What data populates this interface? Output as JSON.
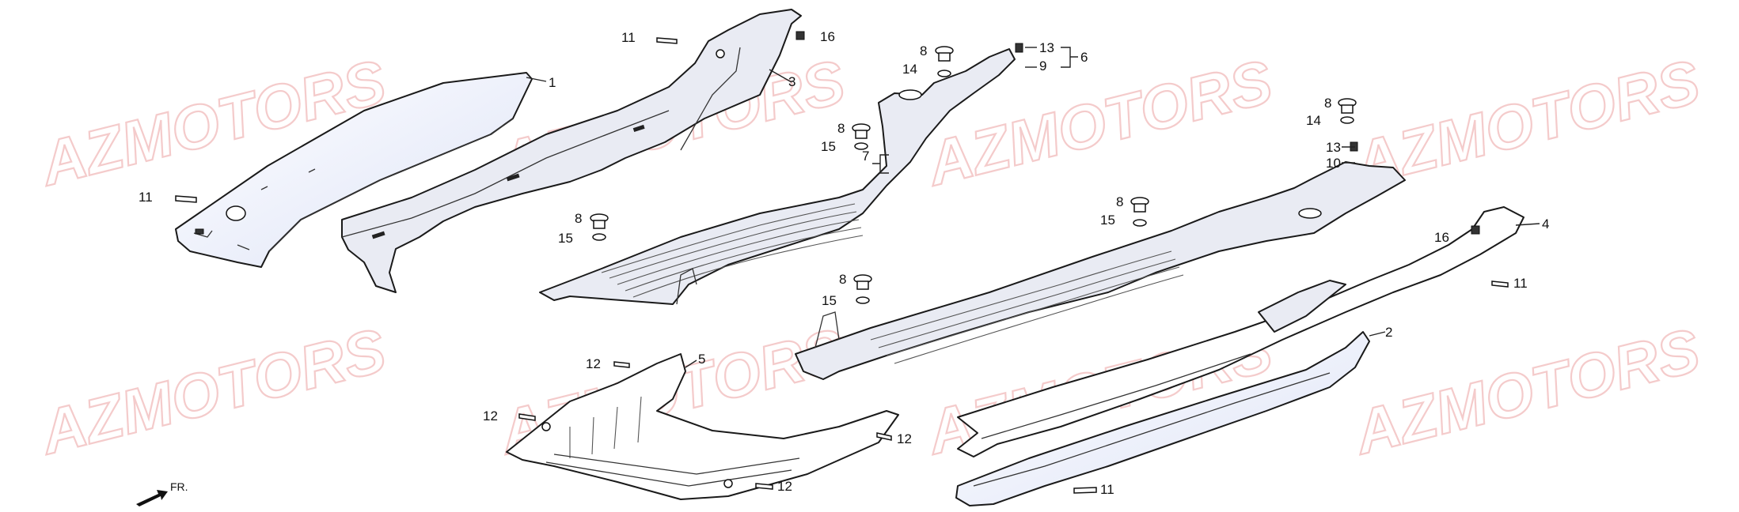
{
  "watermark": {
    "text": "AZMOTORS",
    "color": "#f3c2c2"
  },
  "direction_label": "FR.",
  "callouts": {
    "c1": "1",
    "c2": "2",
    "c3": "3",
    "c4": "4",
    "c5": "5",
    "c6": "6",
    "c7": "7",
    "c8a": "8",
    "c8b": "8",
    "c8c": "8",
    "c8d": "8",
    "c8e": "8",
    "c8f": "8",
    "c9": "9",
    "c10": "10",
    "c11a": "11",
    "c11b": "11",
    "c11c": "11",
    "c11d": "11",
    "c12a": "12",
    "c12b": "12",
    "c12c": "12",
    "c12d": "12",
    "c13a": "13",
    "c13b": "13",
    "c14a": "14",
    "c14b": "14",
    "c15a": "15",
    "c15b": "15",
    "c15c": "15",
    "c15d": "15",
    "c16a": "16",
    "c16b": "16"
  }
}
